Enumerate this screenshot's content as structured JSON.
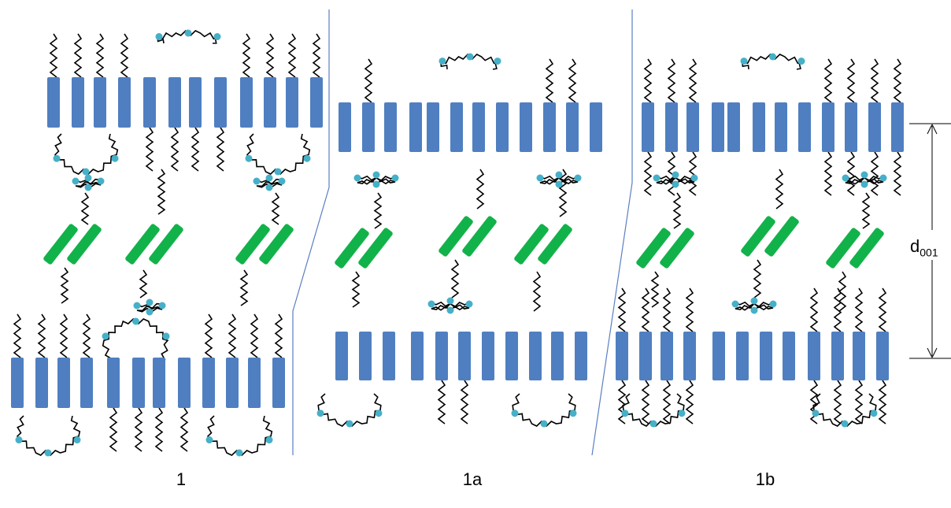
{
  "panels": [
    {
      "label": "1"
    },
    {
      "label": "1a"
    },
    {
      "label": "1b"
    }
  ],
  "dimension": {
    "symbol": "d",
    "subscript": "001"
  },
  "colors": {
    "rod_blue": "#4f7fc1",
    "rod_green": "#12b24a",
    "head_cyan": "#46b0c8",
    "divider": "#5b7fc2",
    "chain": "#000000"
  }
}
